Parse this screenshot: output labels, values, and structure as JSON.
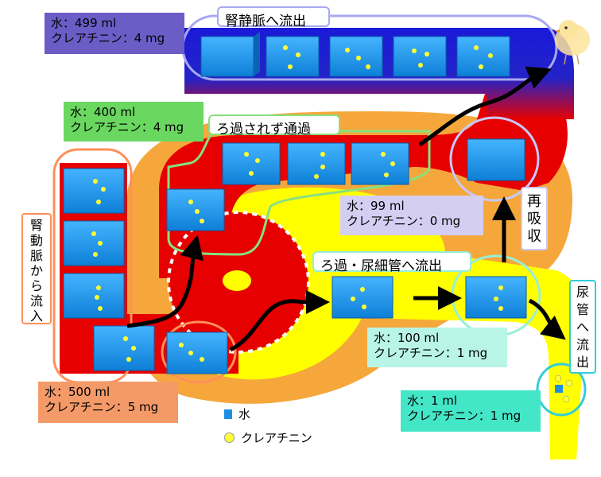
{
  "top_title": "腎静脈へ流出",
  "filter_pass_title": "ろ過されず通過",
  "filtration_title": "ろ過・尿細管へ流出",
  "reabsorb_title": [
    "再",
    "吸",
    "収"
  ],
  "artery_title": [
    "腎",
    "動",
    "脈",
    "か",
    "ら",
    "流",
    "入"
  ],
  "ureter_title": [
    "尿",
    "管",
    "へ",
    "流",
    "出"
  ],
  "boxes": {
    "vein": {
      "water": "水：499 ml",
      "creatinine": "クレアチニン：4 mg"
    },
    "unfiltered": {
      "water": "水：400 ml",
      "creatinine": "クレアチニン：4 mg"
    },
    "reabsorbed": {
      "water": "水：99 ml",
      "creatinine": "クレアチニン：0 mg"
    },
    "tubule": {
      "water": "水：100 ml",
      "creatinine": "クレアチニン：1 mg"
    },
    "artery": {
      "water": "水：500 ml",
      "creatinine": "クレアチニン：5 mg"
    },
    "ureter": {
      "water": "水：1 ml",
      "creatinine": "クレアチニン：1 mg"
    }
  },
  "legend": {
    "water": "水",
    "creatinine": "クレアチニン"
  },
  "colors": {
    "blood_red": "#e60000",
    "vein_blue": "#1a1ad9",
    "orange": "#f5a02a",
    "yellow": "#ffff00",
    "cube": "#1e8fe0",
    "dot": "#ffff33"
  }
}
